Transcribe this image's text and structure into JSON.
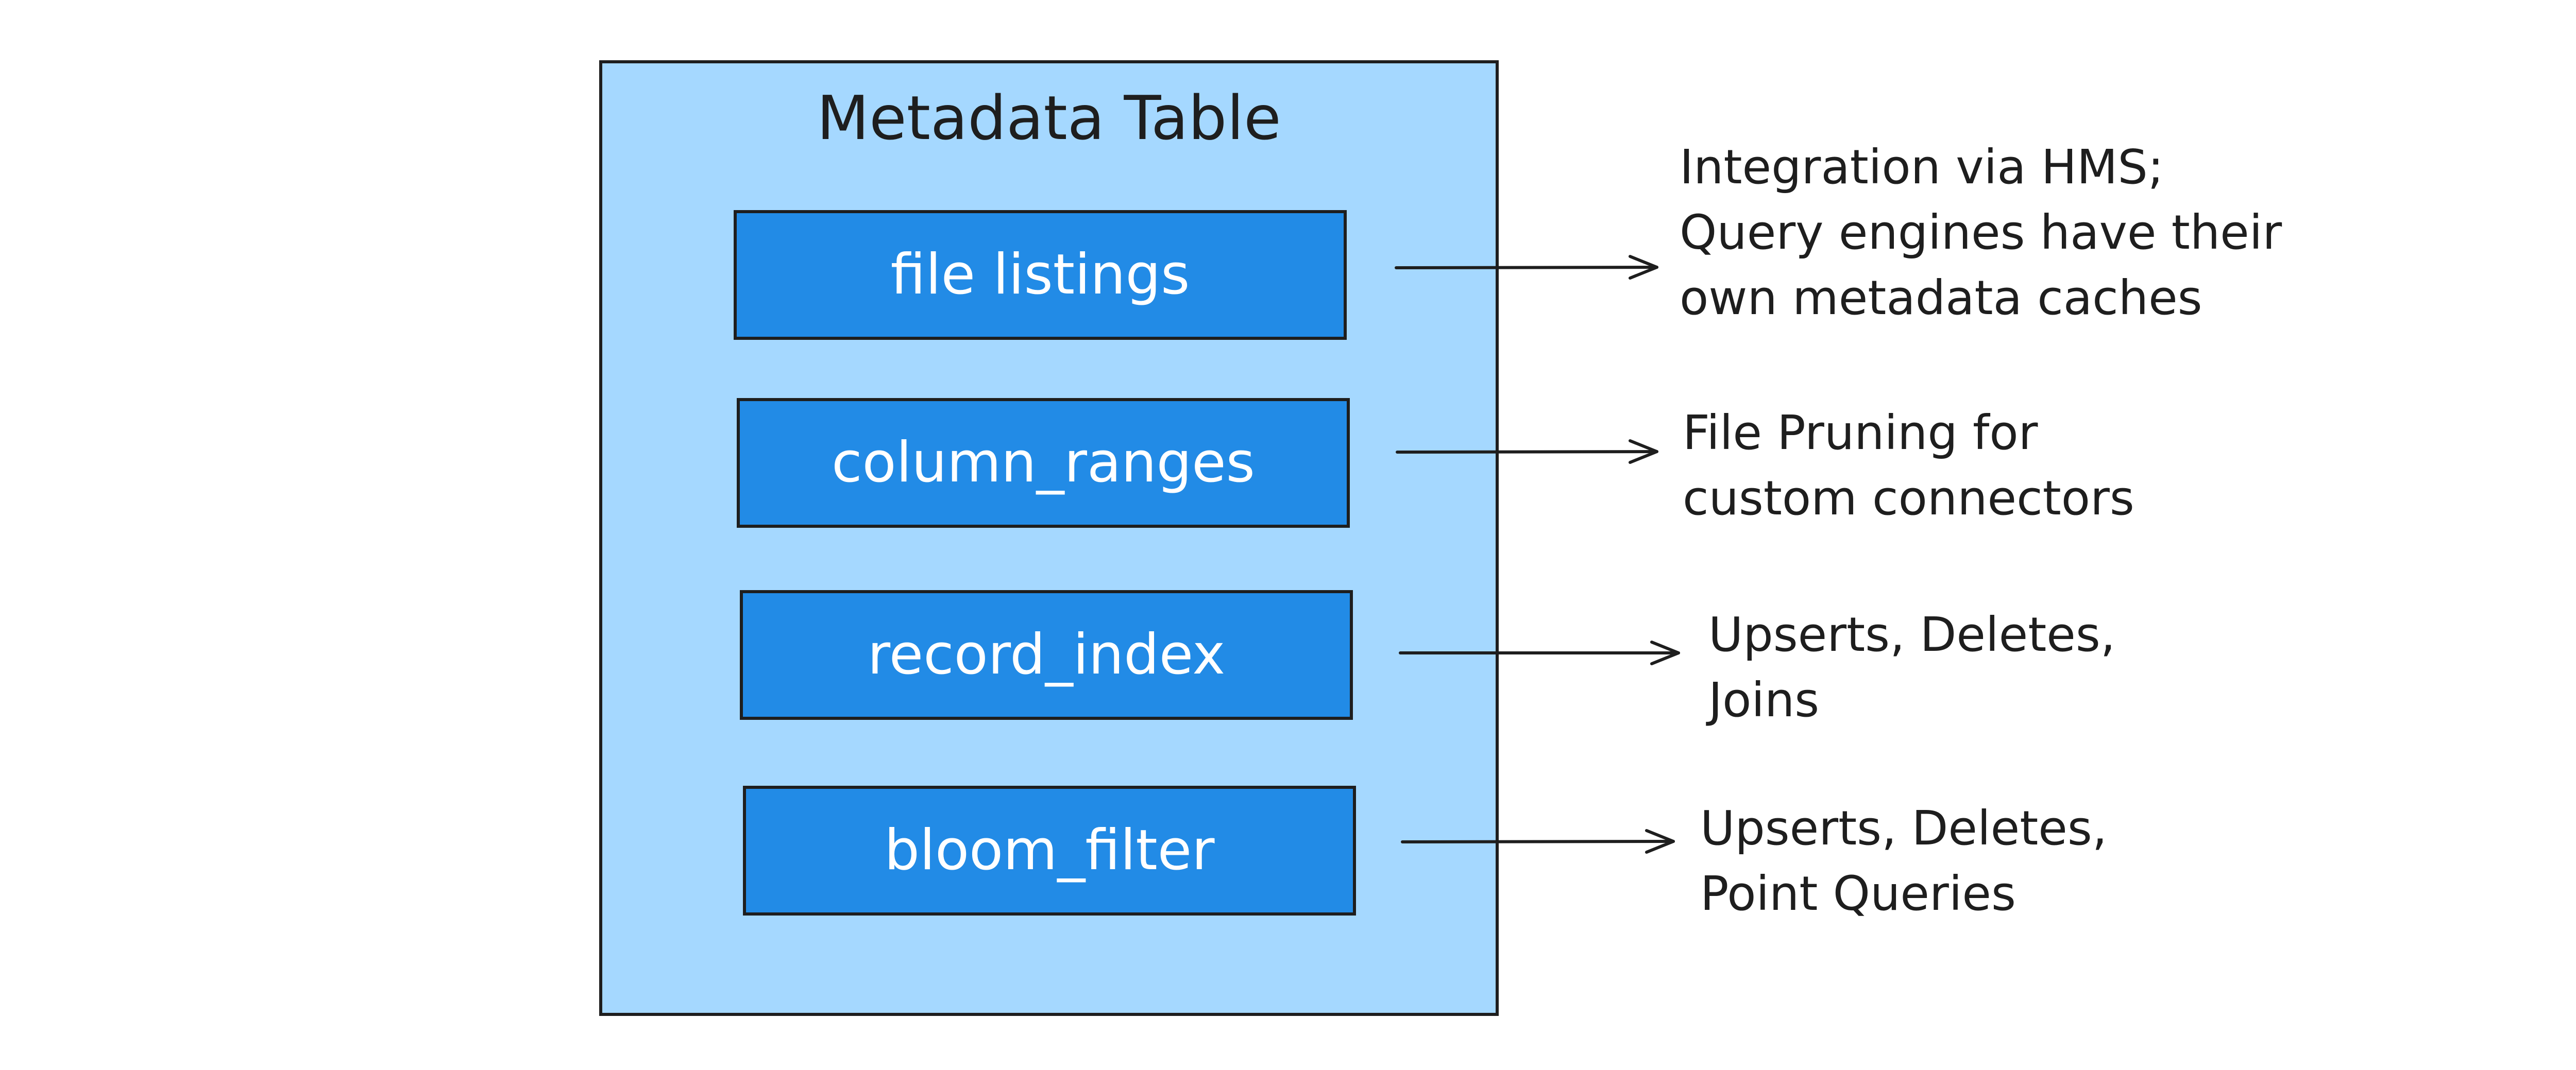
{
  "diagram": {
    "title": "Metadata Table",
    "rows": [
      {
        "label": "file listings"
      },
      {
        "label": "column_ranges"
      },
      {
        "label": "record_index"
      },
      {
        "label": "bloom_filter"
      }
    ],
    "annotations": [
      {
        "lines": [
          "Integration via HMS;",
          "Query engines have their",
          "own metadata caches"
        ]
      },
      {
        "lines": [
          "File Pruning for",
          "custom connectors"
        ]
      },
      {
        "lines": [
          "Upserts, Deletes,",
          "Joins"
        ]
      },
      {
        "lines": [
          "Upserts, Deletes,",
          "Point Queries"
        ]
      }
    ]
  },
  "colors": {
    "panel_fill": "#a5d8ff",
    "row_fill": "#228be6",
    "stroke": "#1e1e1e",
    "row_text": "#ffffff"
  }
}
